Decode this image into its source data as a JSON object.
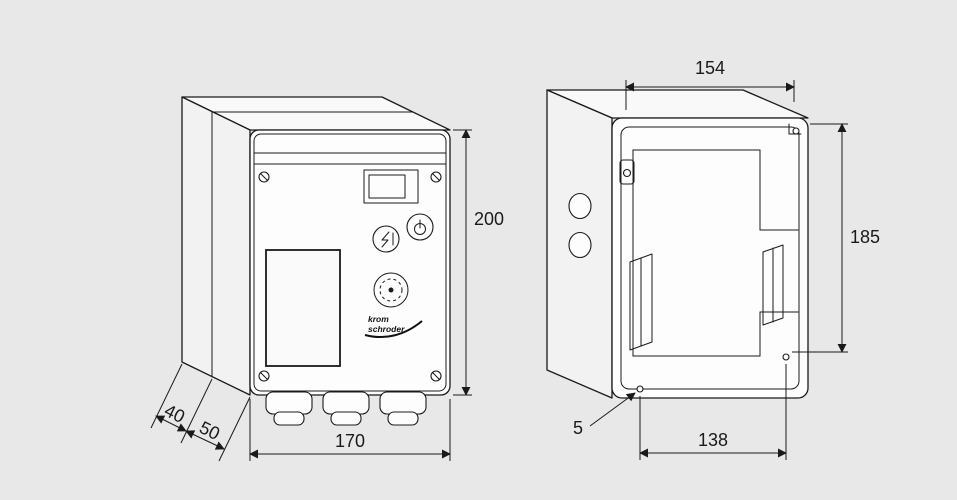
{
  "page": {
    "background": "#e8e8e8",
    "line_color": "#1a1a1a",
    "face_color": "#fdfdfd"
  },
  "left_view": {
    "description": "front-isometric-view-of-control-unit",
    "logo": {
      "line1": "krom",
      "line2": "schroder"
    },
    "dims": {
      "height": "200",
      "width": "170",
      "depth_rear": "40",
      "depth_front": "50"
    }
  },
  "right_view": {
    "description": "rear-open-housing-view",
    "dims": {
      "inner_width": "154",
      "inner_height": "185",
      "hole_spacing": "138",
      "hole_offset": "5"
    }
  }
}
